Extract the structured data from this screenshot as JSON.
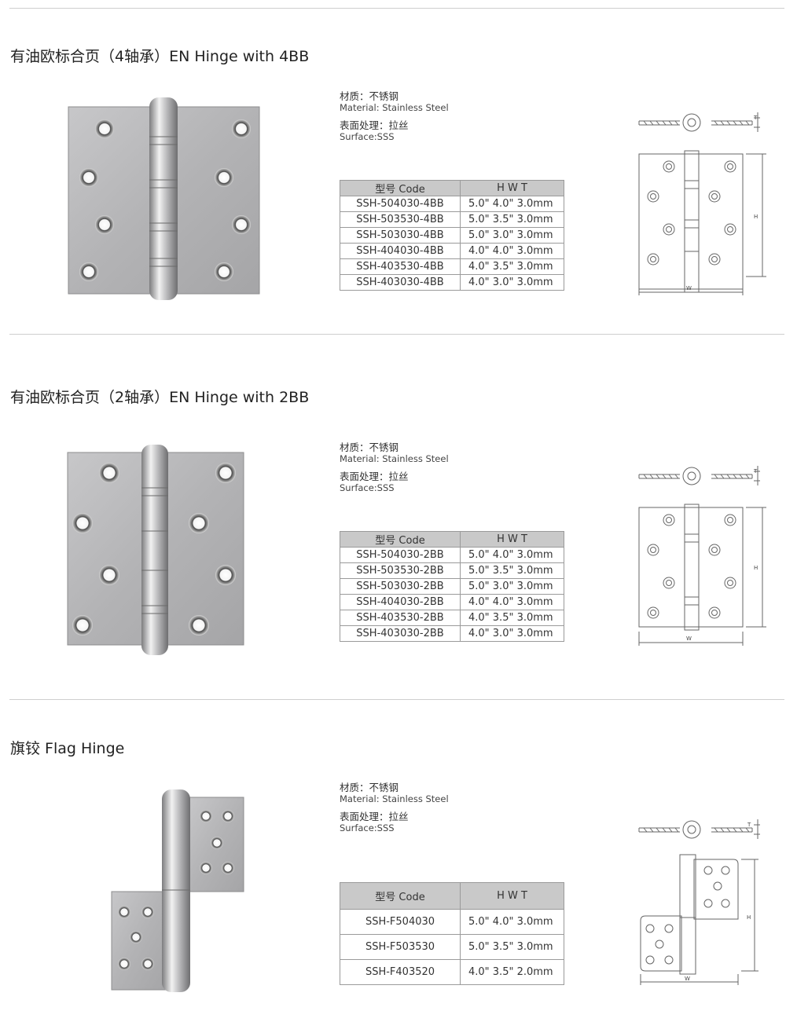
{
  "sections": [
    {
      "title": "有油欧标合页（4轴承）EN Hinge with 4BB",
      "material_cn": "材质：不锈钢",
      "material_en": "Material: Stainless Steel",
      "surface_cn": "表面处理：拉丝",
      "surface_en": "Surface:SSS",
      "table": {
        "col_code": "型号 Code",
        "col_dims": "H   W   T",
        "rows": [
          {
            "code": "SSH-504030-4BB",
            "dims": "5.0\"  4.0\"  3.0mm"
          },
          {
            "code": "SSH-503530-4BB",
            "dims": "5.0\"  3.5\"  3.0mm"
          },
          {
            "code": "SSH-503030-4BB",
            "dims": "5.0\"  3.0\"  3.0mm"
          },
          {
            "code": "SSH-404030-4BB",
            "dims": "4.0\"  4.0\"  3.0mm"
          },
          {
            "code": "SSH-403530-4BB",
            "dims": "4.0\"  3.5\"  3.0mm"
          },
          {
            "code": "SSH-403030-4BB",
            "dims": "4.0\"  3.0\"  3.0mm"
          }
        ]
      },
      "diagram_labels": {
        "t": "T",
        "h": "H",
        "w": "W"
      }
    },
    {
      "title": "有油欧标合页（2轴承）EN Hinge with 2BB",
      "material_cn": "材质：不锈钢",
      "material_en": "Material: Stainless Steel",
      "surface_cn": "表面处理：拉丝",
      "surface_en": "Surface:SSS",
      "table": {
        "col_code": "型号 Code",
        "col_dims": "H   W   T",
        "rows": [
          {
            "code": "SSH-504030-2BB",
            "dims": "5.0\"  4.0\"  3.0mm"
          },
          {
            "code": "SSH-503530-2BB",
            "dims": "5.0\"  3.5\"  3.0mm"
          },
          {
            "code": "SSH-503030-2BB",
            "dims": "5.0\"  3.0\"  3.0mm"
          },
          {
            "code": "SSH-404030-2BB",
            "dims": "4.0\"  4.0\"  3.0mm"
          },
          {
            "code": "SSH-403530-2BB",
            "dims": "4.0\"  3.5\"  3.0mm"
          },
          {
            "code": "SSH-403030-2BB",
            "dims": "4.0\"  3.0\"  3.0mm"
          }
        ]
      },
      "diagram_labels": {
        "t": "T",
        "h": "H",
        "w": "W"
      }
    },
    {
      "title": "旗铰  Flag Hinge",
      "material_cn": "材质：不锈钢",
      "material_en": "Material: Stainless Steel",
      "surface_cn": "表面处理：拉丝",
      "surface_en": "Surface:SSS",
      "table": {
        "col_code": "型号 Code",
        "col_dims": "H   W   T",
        "rows": [
          {
            "code": "SSH-F504030",
            "dims": "5.0\"  4.0\"  3.0mm"
          },
          {
            "code": "SSH-F503530",
            "dims": "5.0\"  3.5\"  3.0mm"
          },
          {
            "code": "SSH-F403520",
            "dims": "4.0\"  3.5\"  2.0mm"
          }
        ]
      },
      "diagram_labels": {
        "t": "T",
        "h": "H",
        "w": "W"
      }
    }
  ],
  "colors": {
    "plate": "#b9b9bb",
    "plate_edge": "#8c8c8e",
    "table_head": "#c9c9c9",
    "rule": "#cfcfcf"
  }
}
